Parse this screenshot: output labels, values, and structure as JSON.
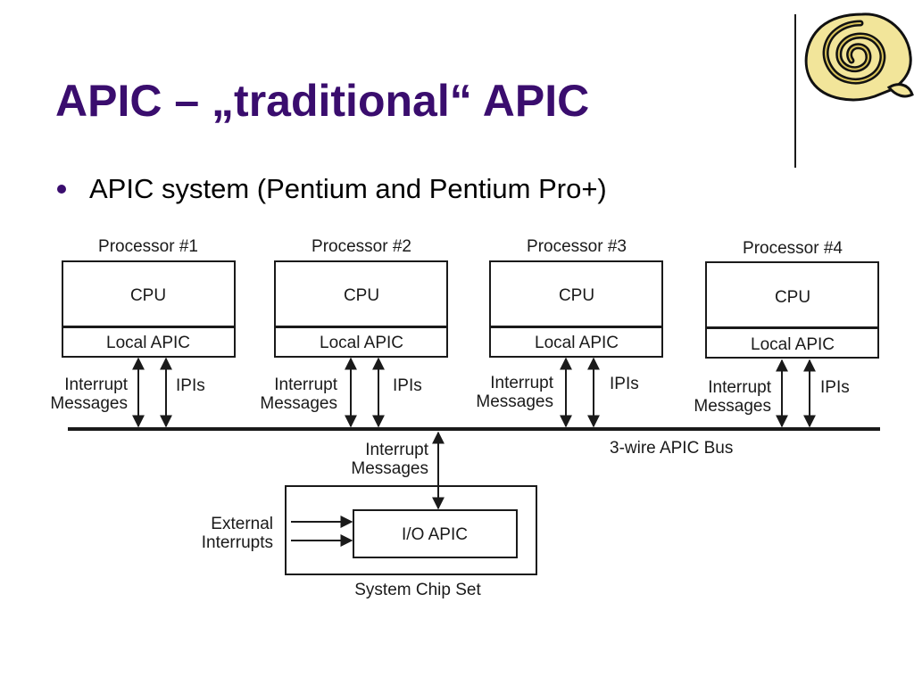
{
  "slide": {
    "title": "APIC – „traditional“ APIC",
    "bullet": "APIC system (Pentium and Pentium Pro+)"
  },
  "diagram": {
    "processors": [
      {
        "label": "Processor #1",
        "cpu": "CPU",
        "local_apic": "Local APIC",
        "left_arrow": [
          "Interrupt",
          "Messages"
        ],
        "right_arrow": "IPIs"
      },
      {
        "label": "Processor #2",
        "cpu": "CPU",
        "local_apic": "Local APIC",
        "left_arrow": [
          "Interrupt",
          "Messages"
        ],
        "right_arrow": "IPIs"
      },
      {
        "label": "Processor #3",
        "cpu": "CPU",
        "local_apic": "Local APIC",
        "left_arrow": [
          "Interrupt",
          "Messages"
        ],
        "right_arrow": "IPIs"
      },
      {
        "label": "Processor #4",
        "cpu": "CPU",
        "local_apic": "Local APIC",
        "left_arrow": [
          "Interrupt",
          "Messages"
        ],
        "right_arrow": "IPIs"
      }
    ],
    "bus_label": "3-wire APIC Bus",
    "io_link_label": [
      "Interrupt",
      "Messages"
    ],
    "io_apic": "I/O APIC",
    "external_label": [
      "External",
      "Interrupts"
    ],
    "chipset_label": "System Chip Set"
  },
  "colors": {
    "title": "#3a0d6e",
    "bullet": "#3a0d6e",
    "logo_fill": "#f2e59a",
    "lines": "#1a1a1a"
  },
  "icons": {
    "logo": "scroll-spiral-icon"
  }
}
